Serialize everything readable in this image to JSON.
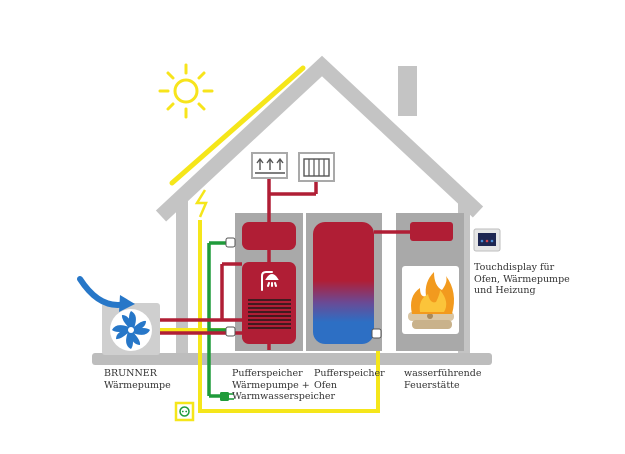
{
  "labels": {
    "heat_pump": [
      "BRUNNER",
      "Wärmepumpe"
    ],
    "buffer_tank_heat_pump": [
      "Pufferspeicher",
      "Wärmepumpe +",
      "Warmwasserspeicher"
    ],
    "buffer_tank_stove": [
      "Pufferspeicher",
      "Ofen"
    ],
    "stove": [
      "wasserführende",
      "Feuerstätte"
    ],
    "touch_display": [
      "Touchdisplay für",
      "Ofen, Wärmepumpe",
      "und Heizung"
    ]
  },
  "colors": {
    "house_outline": "#c4c4c4",
    "floor": "#bdbdbd",
    "tank_gray": "#a9a9a9",
    "hot_water_red": "#b01e35",
    "cold_water_blue": "#2d6fc4",
    "solar_yellow": "#f5e61a",
    "sun_yellow": "#f7e41c",
    "ground_green": "#1f9b3a",
    "fan_blue": "#2777c8",
    "flame_orange": "#f29a1e",
    "label_text": "#333333"
  },
  "icons": {
    "sun": "sun-icon",
    "lightning": "lightning-icon",
    "underfloor_heating": "underfloor-heating-icon",
    "radiator": "radiator-icon",
    "shower": "shower-icon",
    "fan": "fan-icon",
    "airflow_arrow": "airflow-arrow-icon",
    "flame": "flame-icon",
    "power_socket": "power-socket-icon",
    "plug": "plug-icon",
    "touch_display": "touch-display-icon"
  }
}
